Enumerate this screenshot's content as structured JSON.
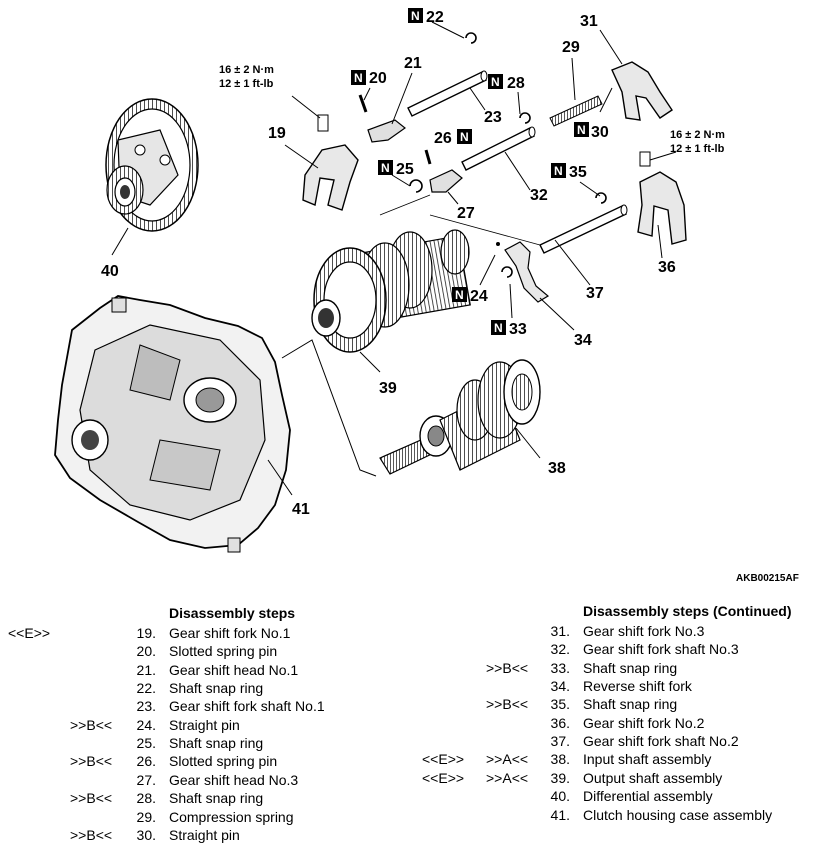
{
  "diagram": {
    "torque_1": [
      "16 ± 2 N·m",
      "12 ± 1 ft-lb"
    ],
    "torque_2": [
      "16 ± 2 N·m",
      "12 ± 1 ft-lb"
    ],
    "callouts": [
      "19",
      "20",
      "21",
      "22",
      "23",
      "24",
      "25",
      "26",
      "27",
      "28",
      "29",
      "30",
      "31",
      "32",
      "33",
      "34",
      "35",
      "36",
      "37",
      "38",
      "39",
      "40",
      "41"
    ],
    "n_badge": "N",
    "reference_code": "AKB00215AF"
  },
  "left_list": {
    "title": "Disassembly steps",
    "rows": [
      {
        "m1": "<<E>>",
        "m2": "",
        "num": "19.",
        "label": "Gear shift fork No.1"
      },
      {
        "m1": "",
        "m2": "",
        "num": "20.",
        "label": "Slotted spring pin"
      },
      {
        "m1": "",
        "m2": "",
        "num": "21.",
        "label": "Gear shift head No.1"
      },
      {
        "m1": "",
        "m2": "",
        "num": "22.",
        "label": "Shaft snap ring"
      },
      {
        "m1": "",
        "m2": "",
        "num": "23.",
        "label": "Gear shift fork shaft No.1"
      },
      {
        "m1": "",
        "m2": ">>B<<",
        "num": "24.",
        "label": "Straight pin"
      },
      {
        "m1": "",
        "m2": "",
        "num": "25.",
        "label": "Shaft snap ring"
      },
      {
        "m1": "",
        "m2": ">>B<<",
        "num": "26.",
        "label": "Slotted spring pin"
      },
      {
        "m1": "",
        "m2": "",
        "num": "27.",
        "label": "Gear shift head No.3"
      },
      {
        "m1": "",
        "m2": ">>B<<",
        "num": "28.",
        "label": "Shaft snap ring"
      },
      {
        "m1": "",
        "m2": "",
        "num": "29.",
        "label": "Compression spring"
      },
      {
        "m1": "",
        "m2": ">>B<<",
        "num": "30.",
        "label": "Straight pin"
      }
    ]
  },
  "right_list": {
    "title": "Disassembly steps (Continued)",
    "rows": [
      {
        "m1": "",
        "m2": "",
        "num": "31.",
        "label": "Gear shift fork No.3"
      },
      {
        "m1": "",
        "m2": "",
        "num": "32.",
        "label": "Gear shift fork shaft No.3"
      },
      {
        "m1": "",
        "m2": ">>B<<",
        "num": "33.",
        "label": "Shaft snap ring"
      },
      {
        "m1": "",
        "m2": "",
        "num": "34.",
        "label": "Reverse shift fork"
      },
      {
        "m1": "",
        "m2": ">>B<<",
        "num": "35.",
        "label": "Shaft snap ring"
      },
      {
        "m1": "",
        "m2": "",
        "num": "36.",
        "label": "Gear shift fork No.2"
      },
      {
        "m1": "",
        "m2": "",
        "num": "37.",
        "label": "Gear shift fork shaft No.2"
      },
      {
        "m1": "<<E>>",
        "m2": ">>A<<",
        "num": "38.",
        "label": "Input shaft assembly"
      },
      {
        "m1": "<<E>>",
        "m2": ">>A<<",
        "num": "39.",
        "label": "Output shaft assembly"
      },
      {
        "m1": "",
        "m2": "",
        "num": "40.",
        "label": "Differential assembly"
      },
      {
        "m1": "",
        "m2": "",
        "num": "41.",
        "label": "Clutch housing case assembly"
      }
    ]
  }
}
